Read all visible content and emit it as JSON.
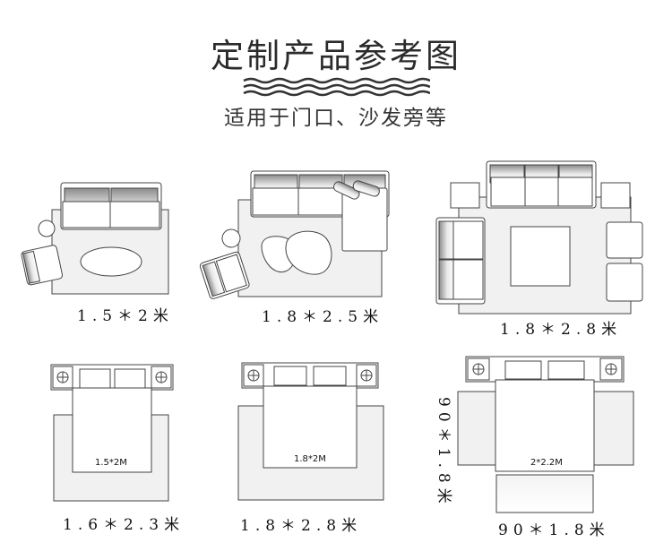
{
  "header": {
    "title": "定制产品参考图",
    "subtitle": "适用于门口、沙发旁等"
  },
  "living_room_layouts": [
    {
      "size_label": "1.5＊2米"
    },
    {
      "size_label": "1.8＊2.5米"
    },
    {
      "size_label": "1.8＊2.8米"
    }
  ],
  "bedroom_layouts": [
    {
      "size_label": "1.6＊2.3米",
      "bed_label": "1.5*2M"
    },
    {
      "size_label": "1.8＊2.8米",
      "bed_label": "1.8*2M"
    },
    {
      "size_label": "90＊1.8米",
      "bed_label": "2*2.2M",
      "side_label": "90＊1.8米"
    }
  ]
}
